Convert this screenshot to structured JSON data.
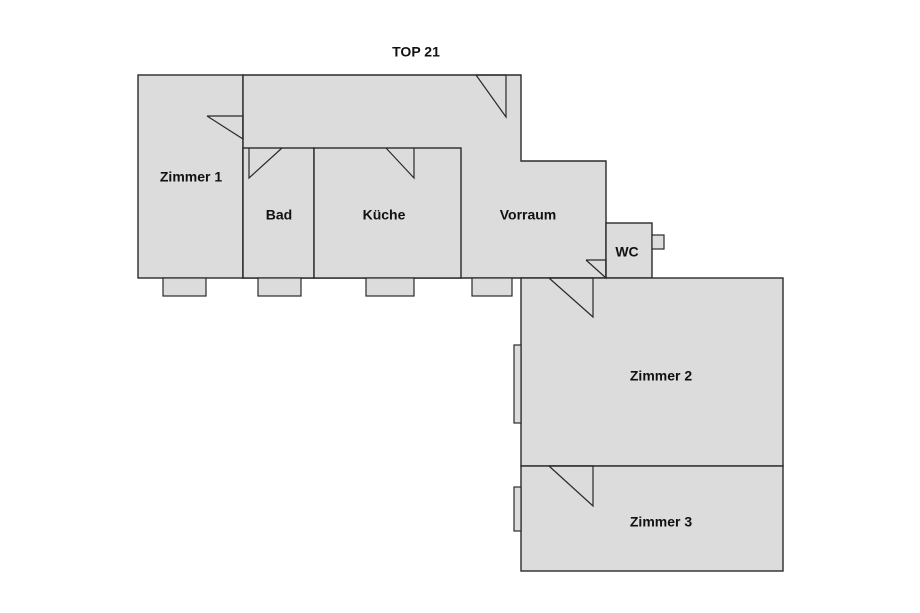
{
  "plan": {
    "title": "TOP 21",
    "rooms": {
      "zimmer1": "Zimmer 1",
      "bad": "Bad",
      "kueche": "Küche",
      "vorraum": "Vorraum",
      "wc": "WC",
      "zimmer2": "Zimmer 2",
      "zimmer3": "Zimmer 3"
    }
  }
}
